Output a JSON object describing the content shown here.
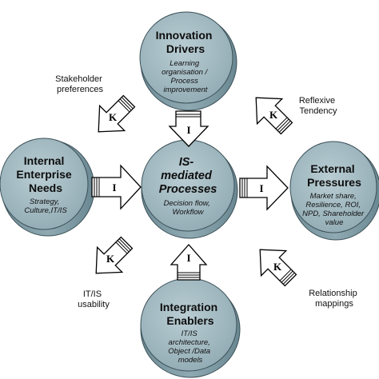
{
  "cylinders": {
    "innovation": {
      "title": [
        "Innovation",
        "Drivers"
      ],
      "sub": [
        "Learning",
        "organisation /",
        "Process",
        "improvement"
      ]
    },
    "internal": {
      "title": [
        "Internal",
        "Enterprise",
        "Needs"
      ],
      "sub": [
        "Strategy,",
        "Culture,IT/IS"
      ]
    },
    "center": {
      "title": [
        "IS-",
        "mediated",
        "Processes"
      ],
      "sub": [
        "Decision flow,",
        "Workflow"
      ]
    },
    "external": {
      "title": [
        "External",
        "Pressures"
      ],
      "sub": [
        "Market share,",
        "Resilience, ROI,",
        "NPD, Shareholder",
        "value"
      ]
    },
    "integration": {
      "title": [
        "Integration",
        "Enablers"
      ],
      "sub": [
        "IT/IS",
        "architecture,",
        "Object /Data",
        "models"
      ]
    }
  },
  "labels": {
    "stakeholder": [
      "Stakeholder",
      "preferences"
    ],
    "reflexive": [
      "Reflexive",
      "Tendency"
    ],
    "itis": [
      "IT/IS",
      "usability"
    ],
    "relationship": [
      "Relationship",
      "mappings"
    ]
  },
  "arrows": {
    "i_letter": "I",
    "k_letter": "K"
  },
  "colors": {
    "cylinder_fill": "#8fa9b2",
    "cylinder_top": "#a8bfc6",
    "cylinder_stroke": "#3c5058"
  }
}
